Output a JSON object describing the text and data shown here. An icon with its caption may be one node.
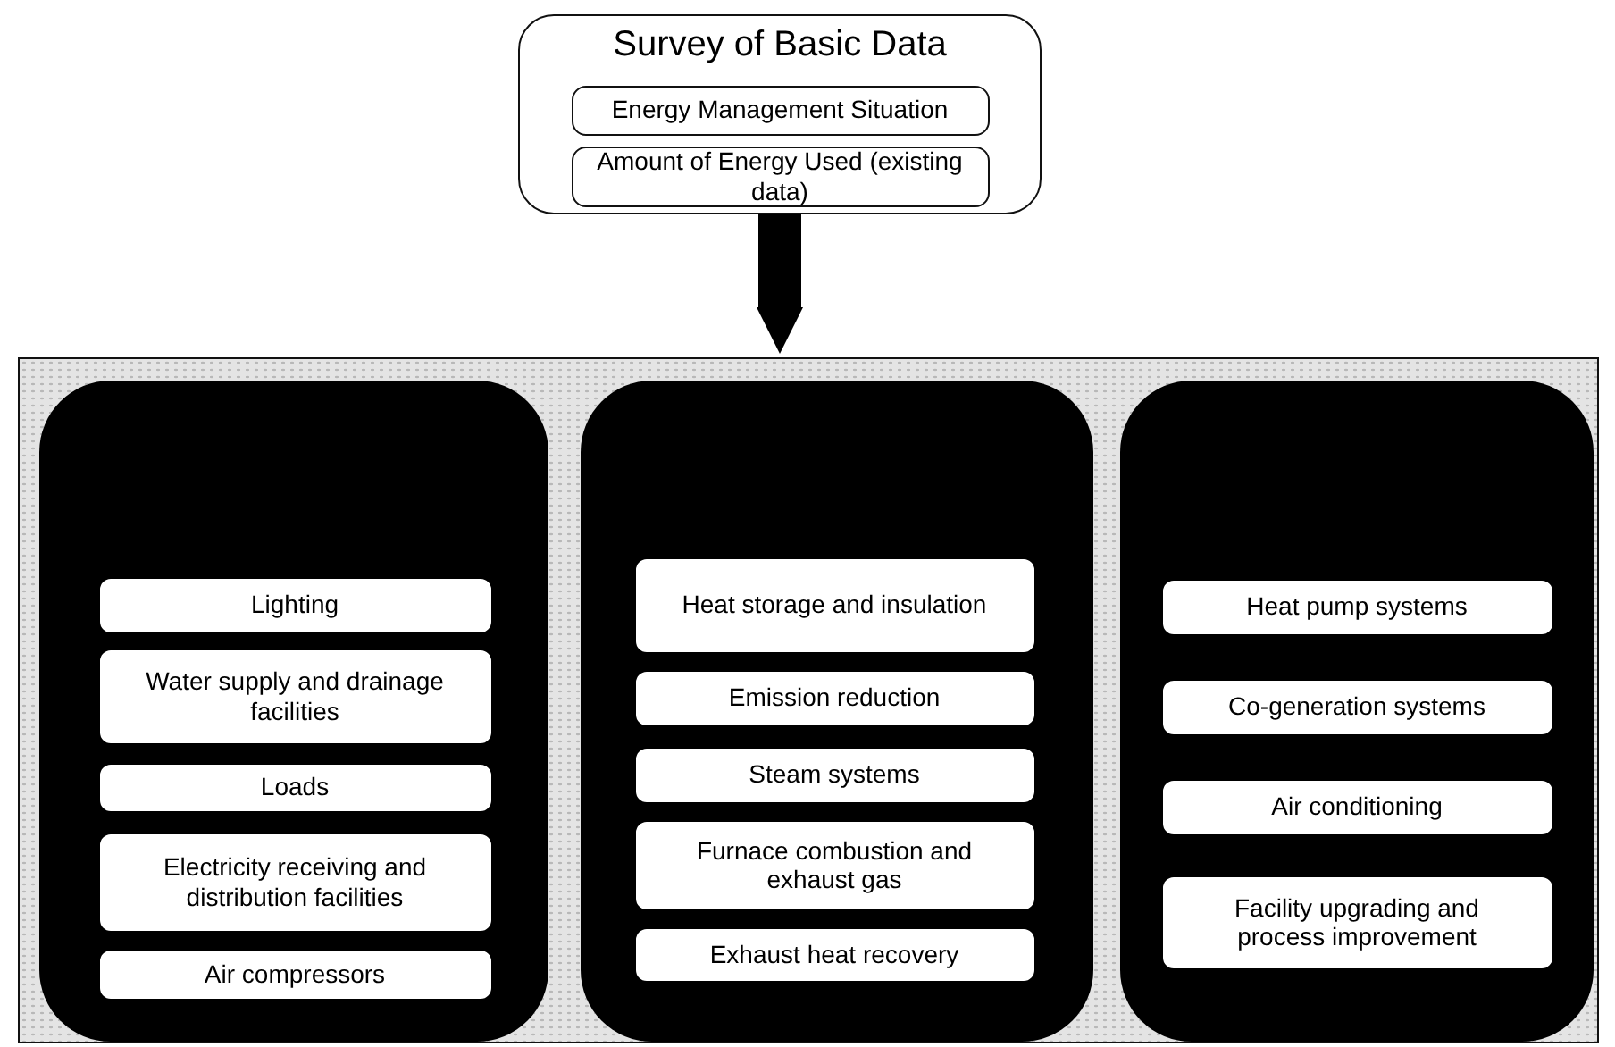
{
  "diagram": {
    "nodes": [
      {
        "text": [
          "Survey of Basic Data"
        ]
      },
      {
        "text": [
          "Energy Management Situation"
        ],
        "in": 0
      },
      {
        "text": [
          "Amount of Energy Used (existing data)"
        ],
        "in": 0
      },
      {
        "text": [],
        "shape": "box"
      },
      {
        "text": [],
        "shape": "box",
        "in": 3
      },
      {
        "text": [
          "Lighting"
        ],
        "in": 4
      },
      {
        "text": [
          "Water supply and drainage facilities"
        ],
        "in": 4
      },
      {
        "text": [
          "Loads"
        ],
        "in": 4
      },
      {
        "text": [
          "Electricity receiving and distribution facilities"
        ],
        "in": 4
      },
      {
        "text": [
          "Air compressors"
        ],
        "in": 4
      },
      {
        "text": [],
        "shape": "box",
        "in": 3
      },
      {
        "text": [
          "Heat storage and insulation"
        ],
        "in": 10
      },
      {
        "text": [
          "Emission reduction"
        ],
        "in": 10
      },
      {
        "text": [
          "Steam systems"
        ],
        "in": 10
      },
      {
        "text": [
          "Furnace combustion and exhaust gas"
        ],
        "in": 10
      },
      {
        "text": [
          "Exhaust heat recovery"
        ],
        "in": 10
      },
      {
        "text": [],
        "shape": "box",
        "in": 3
      },
      {
        "text": [
          "Heat pump systems"
        ],
        "in": 16
      },
      {
        "text": [
          "Co-generation systems"
        ],
        "in": 16
      },
      {
        "text": [
          "Air conditioning"
        ],
        "in": 16
      },
      {
        "text": [
          "Facility upgrading and process improvement"
        ],
        "in": 16
      }
    ],
    "edges": [
      {
        "from": 0,
        "to": 3,
        "arrow": "to"
      }
    ]
  }
}
